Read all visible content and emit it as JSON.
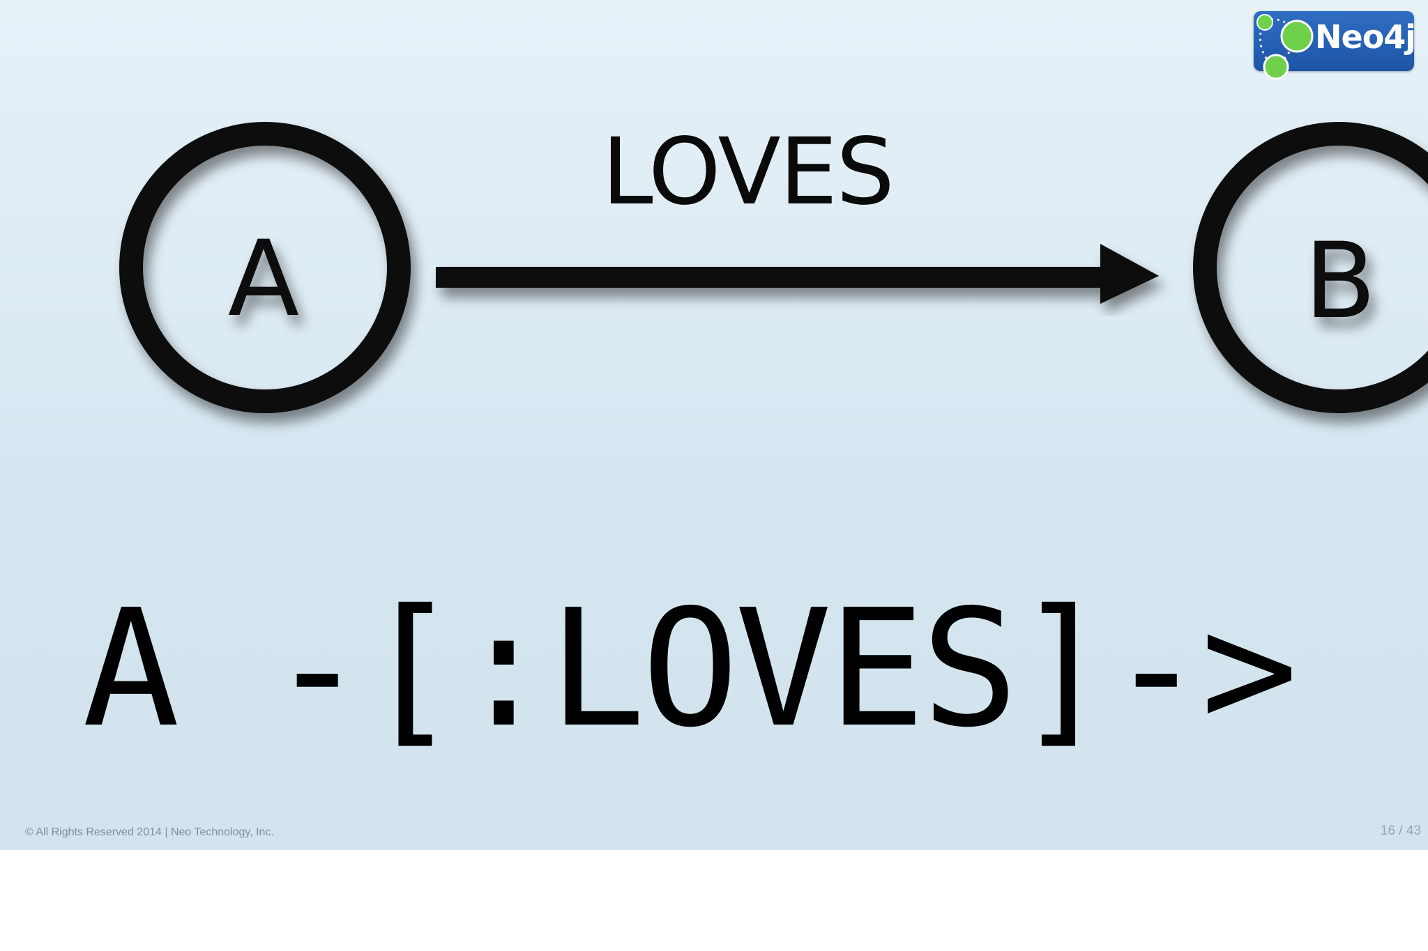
{
  "diagram": {
    "node_a": "A",
    "node_b": "B",
    "relationship": "LOVES"
  },
  "cypher": {
    "pattern": "A -[:LOVES]->"
  },
  "logo": {
    "text": "Neo4j",
    "bg_color": "#1e54a6",
    "dot_color": "#6fd14a"
  },
  "footer": {
    "copyright": "© All Rights Reserved 2014 | Neo Technology, Inc.",
    "page": "16 / 43"
  }
}
